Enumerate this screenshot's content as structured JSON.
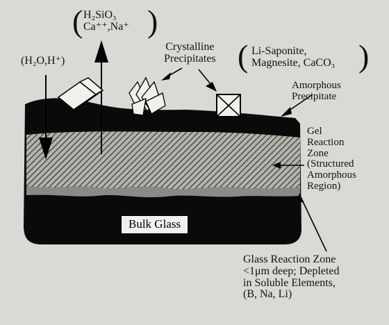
{
  "labels": {
    "dissolved_species": {
      "line1": "H₂SiO₃",
      "line2": "Ca⁺⁺,Na⁺"
    },
    "water_ingress": "(H₂O,H⁺)",
    "crystalline_precipitates": {
      "line1": "Crystalline",
      "line2": "Precipitates"
    },
    "precipitate_minerals": {
      "line1": "Li-Saponite,",
      "line2": "Magnesite, CaCO₃"
    },
    "amorphous_precipitate": {
      "line1": "Amorphous",
      "line2": "Precipitate"
    },
    "gel_reaction_zone": {
      "line1": "Gel",
      "line2": "Reaction",
      "line3": "Zone",
      "line4": "(Structured",
      "line5": "Amorphous",
      "line6": "Region)"
    },
    "bulk_glass": "Bulk Glass",
    "glass_reaction_zone": {
      "line1": "Glass Reaction Zone",
      "line2": "<1μm deep; Depleted",
      "line3": "in Soluble Elements,",
      "line4": "(B, Na, Li)"
    }
  },
  "colors": {
    "background": "#d9d9d6",
    "layer_dark": "#0a0a0a",
    "gel_hatch": "#9a9a96",
    "label_box": "#f1f0ec"
  }
}
